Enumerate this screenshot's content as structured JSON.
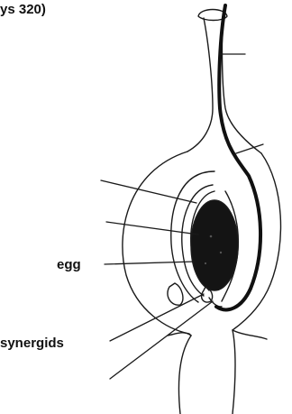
{
  "header": {
    "text": "ys 320)"
  },
  "labels": {
    "egg": "egg",
    "synergids": "synergids"
  },
  "colors": {
    "ink": "#1a1a1a",
    "background": "#ffffff",
    "egg_fill": "#141414"
  }
}
